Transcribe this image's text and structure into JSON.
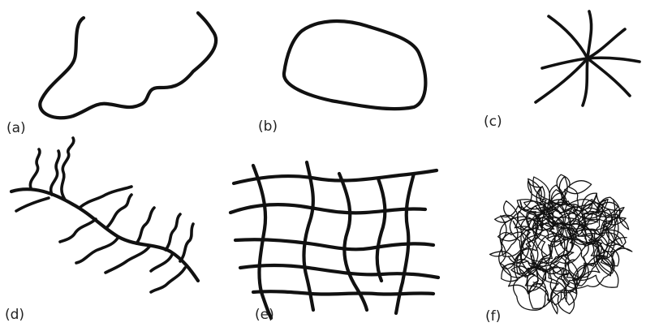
{
  "panels": [
    {
      "id": "a",
      "label": "(a)"
    },
    {
      "id": "b",
      "label": "(b)"
    },
    {
      "id": "c",
      "label": "(c)"
    },
    {
      "id": "d",
      "label": "(d)"
    },
    {
      "id": "e",
      "label": "(e)"
    },
    {
      "id": "f",
      "label": "(f)"
    }
  ],
  "colors": {
    "stroke": "#111111",
    "background": "#ffffff",
    "label": "#222222"
  }
}
